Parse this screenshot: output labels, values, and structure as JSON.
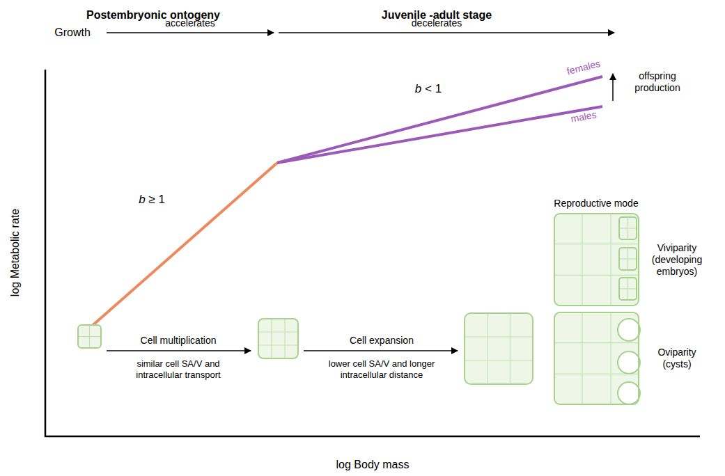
{
  "diagram": {
    "nodes": [
      {
        "text": [
          "Viviparity (developing embryos)"
        ]
      },
      {
        "text": [
          "Oviparity (cysts)"
        ]
      }
    ],
    "labels": [
      "Postembryonic ontogeny",
      "Juvenile -adult stage",
      "Growth",
      "accelerates",
      "decelerates",
      "b ≥ 1",
      "b < 1",
      "females",
      "males",
      "offspring production",
      "log Metabolic rate",
      "Reproductive mode",
      "Cell multiplication",
      "similar cell SA/V and intracellular transport",
      "Cell expansion",
      "lower cell SA/V and longer intracellular distance",
      "log Body mass"
    ]
  }
}
